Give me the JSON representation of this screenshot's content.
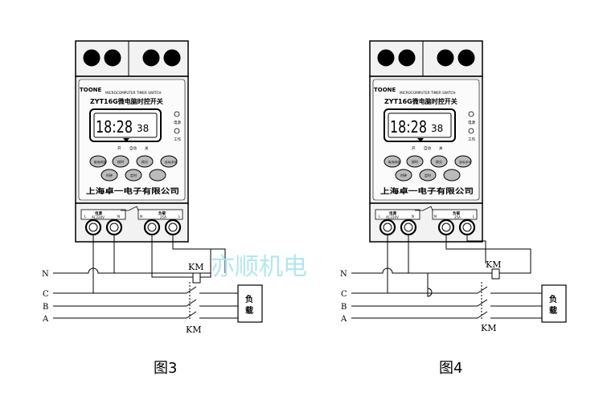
{
  "figures": [
    {
      "caption": "图3",
      "device": {
        "brand": "TOONE",
        "header": "MICROCOMPUTER TIMER SWITCH",
        "model": "ZYT16G微电脑时控开关",
        "time_main": "18:28",
        "time_sec": "38",
        "indicator_1": "电源",
        "indicator_2": "工作",
        "day_labels": [
          "开",
          "自动",
          "关"
        ],
        "buttons": [
          "取消/恢复",
          "校时",
          "校分",
          "自动/手动",
          "时钟",
          "定时"
        ],
        "company": "上海卓一电子有限公司",
        "power_label": "电源",
        "power_spec": "AC220V",
        "load_label": "负载",
        "load_spec": "25A",
        "terminal_marks": [
          "L",
          "N",
          "N",
          "L"
        ]
      },
      "lines": [
        "N",
        "C",
        "B",
        "A"
      ],
      "contactor_label_top": "KM",
      "contactor_label_bottom": "KM",
      "load_box": "负载"
    },
    {
      "caption": "图4",
      "device": {
        "brand": "TOONE",
        "header": "MICROCOMPUTER TIMER SWITCH",
        "model": "ZYT16G微电脑时控开关",
        "time_main": "18:28",
        "time_sec": "38",
        "indicator_1": "电源",
        "indicator_2": "工作",
        "day_labels": [
          "开",
          "自动",
          "关"
        ],
        "buttons": [
          "取消/恢复",
          "校时",
          "校分",
          "自动/手动",
          "时钟",
          "定时"
        ],
        "company": "上海卓一电子有限公司",
        "power_label": "电源",
        "power_spec": "AC220V",
        "load_label": "负载",
        "load_spec": "25A",
        "terminal_marks": [
          "L",
          "N",
          "N",
          "L"
        ]
      },
      "lines": [
        "N",
        "C",
        "B",
        "A"
      ],
      "contactor_label_top": "KM",
      "contactor_label_bottom": "KM",
      "load_box": "负载"
    }
  ],
  "watermark": "亦顺机电"
}
